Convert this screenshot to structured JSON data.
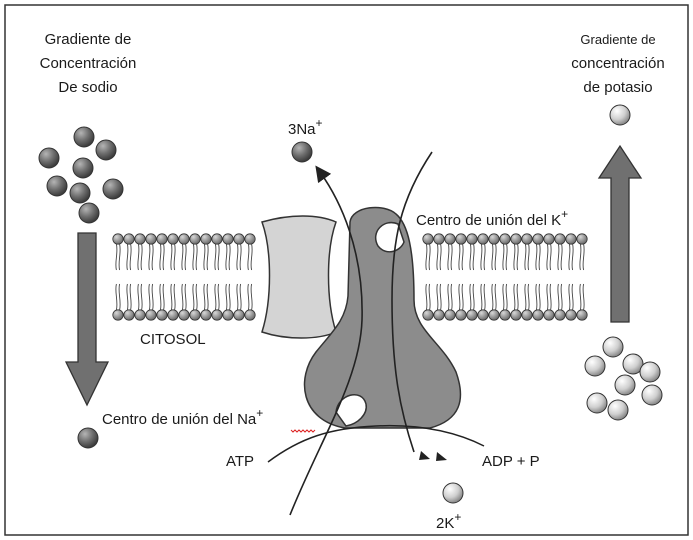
{
  "sodium_gradient": {
    "line1": "Gradiente de",
    "line2": "Concentración",
    "line3": "De sodio"
  },
  "potassium_gradient": {
    "line1": "Gradiente de",
    "line2": "concentración",
    "line3": "de potasio"
  },
  "labels": {
    "na_ion": "3Na",
    "na_charge": "+",
    "k_ion": "2K",
    "k_charge": "+",
    "k_site": "Centro de unión del K",
    "k_site_charge": "+",
    "na_site": "Centro de unión del Na",
    "na_site_charge": "+",
    "cytosol": "CITOSOL",
    "atp": "ATP",
    "adp": "ADP + P"
  },
  "colors": {
    "sodium_ion": "#6e6e6e",
    "potassium_ion": "#cfcfcf",
    "pump": "#8c8c8c",
    "channel": "#d4d4d4",
    "arrow": "#707070"
  }
}
